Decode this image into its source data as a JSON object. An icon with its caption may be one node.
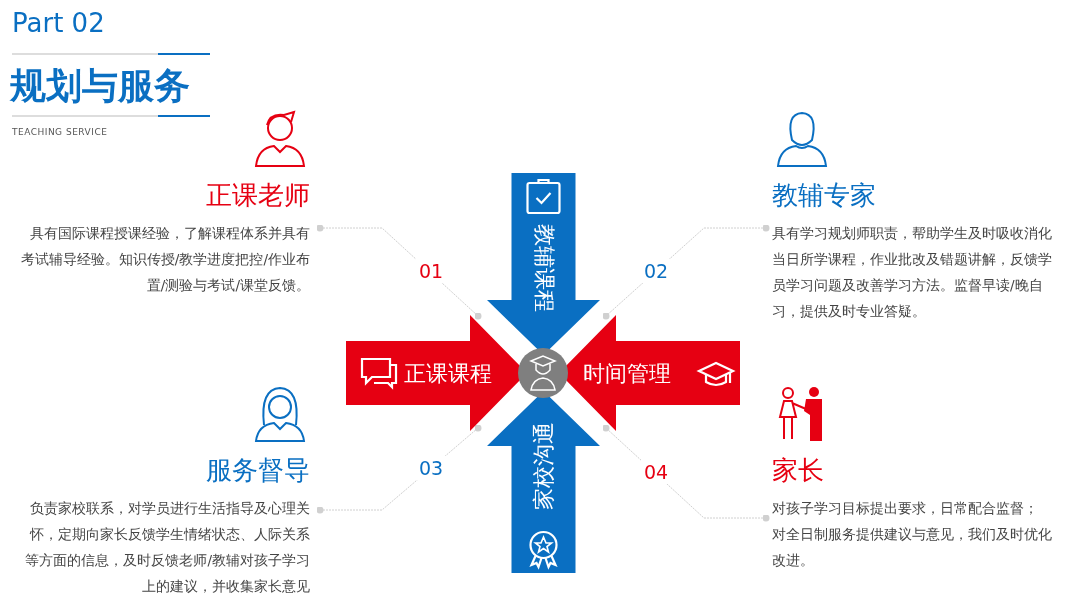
{
  "diagram": {
    "title": "规划与服务",
    "nodes": [
      {
        "text": [
          "教辅课程"
        ]
      },
      {
        "text": [
          "正课课程"
        ]
      },
      {
        "text": [
          "时间管理"
        ]
      },
      {
        "text": [
          "家校沟通"
        ]
      },
      {
        "text": [],
        "shape": "circle"
      },
      {
        "text": [
          "正课老师",
          "具有国际课程授课经验，了解课程体系并具有考试辅导经验。知识传授/教学进度把控/作业布置/测验与考试/课堂反馈。"
        ]
      },
      {
        "text": [
          "教辅专家",
          "具有学习规划师职责，帮助学生及时吸收消化当日所学课程，作业批改及错题讲解，反馈学员学习问题及改善学习方法。监督早读/晚自习，提供及时专业答疑。"
        ]
      },
      {
        "text": [
          "服务督导",
          "负责家校联系，对学员进行生活指导及心理关怀，定期向家长反馈学生情绪状态、人际关系等方面的信息，及时反馈老师/教辅对孩子学习上的建议，并收集家长意见"
        ]
      },
      {
        "text": [
          "家长",
          "对孩子学习目标提出要求，日常配合监督；",
          "对全日制服务提供建议与意见，我们及时优化改进。"
        ]
      }
    ],
    "edges": [
      {
        "from": 5,
        "to": 1,
        "arrow": "other",
        "label": "01"
      },
      {
        "from": 6,
        "to": 2,
        "arrow": "other",
        "label": "02"
      },
      {
        "from": 7,
        "to": 1,
        "arrow": "other",
        "label": "03"
      },
      {
        "from": 8,
        "to": 2,
        "arrow": "other",
        "label": "04"
      }
    ],
    "labels": [
      "Part 02",
      "TEACHING SERVICE"
    ]
  }
}
